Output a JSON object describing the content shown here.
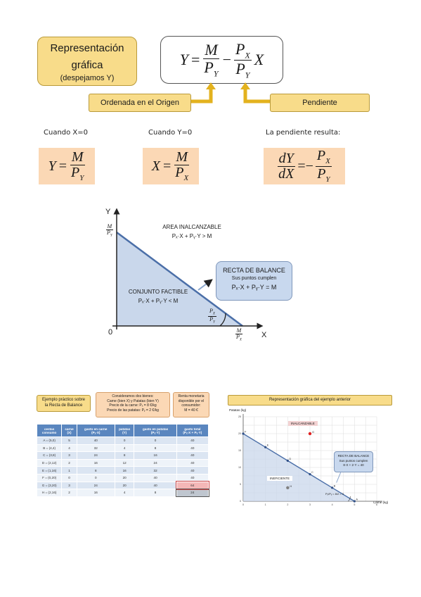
{
  "title_box": {
    "line1": "Representación",
    "line2": "gráfica",
    "line3": "(despejamos Y)"
  },
  "formula_main": {
    "lhs": "Y",
    "eq": "=",
    "m": "M",
    "py": "P",
    "py_sub": "Y",
    "minus": "−",
    "px": "P",
    "px_sub": "X",
    "py2": "P",
    "py2_sub": "Y",
    "x": "X"
  },
  "labels": {
    "ordenada": "Ordenada en el Origen",
    "pendiente": "Pendiente"
  },
  "cases": {
    "x0": "Cuando X=0",
    "y0": "Cuando Y=0",
    "slope": "La pendiente resulta:"
  },
  "f1": {
    "lhs": "Y",
    "num": "M",
    "den": "P",
    "den_sub": "Y"
  },
  "f2": {
    "lhs": "X",
    "num": "M",
    "den": "P",
    "den_sub": "X"
  },
  "f3": {
    "num_l": "dY",
    "den_l": "dX",
    "num": "P",
    "num_sub": "X",
    "den": "P",
    "den_sub": "Y"
  },
  "graph1": {
    "y_axis": "Y",
    "x_axis": "X",
    "origin": "0",
    "y_int_num": "M",
    "y_int_den": "P",
    "y_int_sub": "Y",
    "x_int_num": "M",
    "x_int_den": "P",
    "x_int_sub": "X",
    "slope_num": "P",
    "slope_num_sub": "X",
    "slope_den": "P",
    "slope_den_sub": "Y",
    "area_title": "AREA INALCANZABLE",
    "area_eq": "Pₓ·X + Pᵧ·Y > M",
    "feasible_title": "CONJUNTO FACTIBLE",
    "feasible_eq": "Pₓ·X + Pᵧ·Y < M",
    "budget_title": "RECTA DE BALANCE",
    "budget_sub": "Sus puntos cumplen",
    "budget_eq": "Pₓ·X + Pᵧ·Y = M"
  },
  "example": {
    "title_l1": "Ejemplo práctico sobre",
    "title_l2": "la Recta de Balance",
    "goods": [
      "Consideramos dos bienes:",
      "Carne (bien X)  y  Patatas (bien Y)",
      "Precio de la carne: Pₓ = 8 €/kg",
      "Precio de las patatas:  Pᵧ = 2 €/kg"
    ],
    "income": [
      "Renta monetaria",
      "disponible por el",
      "consumidor:",
      "M = 40 €"
    ],
    "headers": [
      [
        "cestas",
        "consumo"
      ],
      [
        "carne",
        "(X)"
      ],
      [
        "gasto en carne",
        "(Pₓ·X)"
      ],
      [
        "patatas",
        "(Y)"
      ],
      [
        "gasto en patatas",
        "(Pᵧ·Y)"
      ],
      [
        "gasto total",
        "(Pₓ·X + Pᵧ·Y)"
      ]
    ],
    "rows": [
      [
        "A = (5,0)",
        "5",
        "40",
        "0",
        "0",
        "40"
      ],
      [
        "B = (4,4)",
        "4",
        "32",
        "4",
        "8",
        "40"
      ],
      [
        "C = (3,8)",
        "3",
        "24",
        "8",
        "16",
        "40"
      ],
      [
        "D = (2,12)",
        "2",
        "16",
        "12",
        "24",
        "40"
      ],
      [
        "E = (1,16)",
        "1",
        "8",
        "16",
        "32",
        "40"
      ],
      [
        "F = (0,20)",
        "0",
        "0",
        "20",
        "40",
        "40"
      ],
      [
        "G = (3,20)",
        "3",
        "24",
        "20",
        "40",
        "64"
      ],
      [
        "H = (2,16)",
        "2",
        "16",
        "4",
        "8",
        "24"
      ]
    ]
  },
  "chart_data": {
    "type": "line",
    "title": "Representación gráfica del ejemplo anterior",
    "xlabel": "Carne (kg)",
    "ylabel": "Patatas (kg)",
    "xlim": [
      0,
      6
    ],
    "ylim": [
      0,
      25
    ],
    "x_ticks": [
      "0",
      "1",
      "2",
      "3",
      "4",
      "5",
      "6"
    ],
    "y_ticks": [
      "0",
      "5",
      "10",
      "15",
      "20",
      "25"
    ],
    "series": [
      {
        "points": [
          {
            "label": "F",
            "x": 0,
            "y": 20
          },
          {
            "label": "E",
            "x": 1,
            "y": 16
          },
          {
            "label": "D",
            "x": 2,
            "y": 12
          },
          {
            "label": "C",
            "x": 3,
            "y": 8
          },
          {
            "label": "B",
            "x": 4,
            "y": 4
          },
          {
            "label": "A",
            "x": 5,
            "y": 0
          }
        ]
      }
    ],
    "extra_points": [
      {
        "label": "G",
        "x": 3,
        "y": 20,
        "color": "#e02020"
      },
      {
        "label": "H",
        "x": 2,
        "y": 4,
        "color": "#808080"
      }
    ],
    "annotations": {
      "unreachable": "INALCANZABLE",
      "inefficient": "INEFICIENTE",
      "budget_title": "RECTA DE BALANCE",
      "budget_sub": "Sus puntos cumplen",
      "budget_eq": "8·X + 2·Y = 40",
      "slope": "Pₓ/Pᵧ = 8/2 = 4"
    },
    "grid": true
  },
  "colors": {
    "yellow": "#f8dc8a",
    "peach": "#fbd8b5",
    "region": "#c9d7eb",
    "line": "#4b6fa8",
    "budget_box": "#c8d8ee",
    "table_header": "#5a86bf",
    "highlight_red": "#f4b7b7",
    "highlight_grey": "#bfc6cf"
  }
}
